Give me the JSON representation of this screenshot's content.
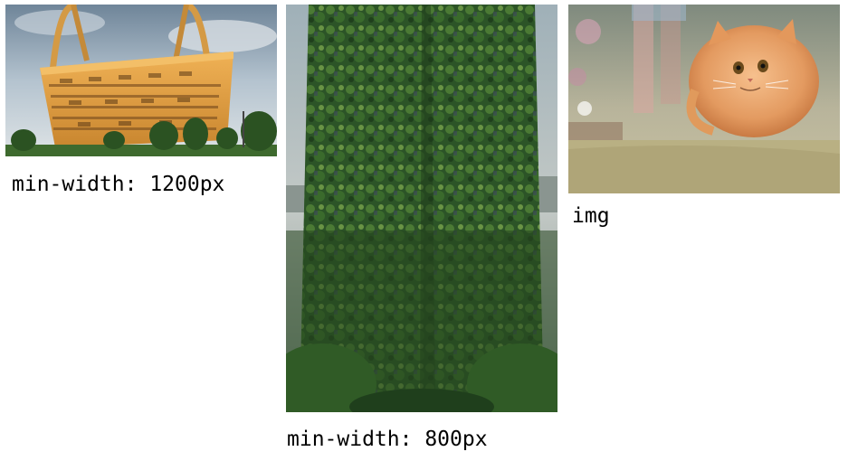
{
  "figures": [
    {
      "image": "basket-building-photo",
      "caption": "min-width: 1200px"
    },
    {
      "image": "vertical-forest-tower-photo",
      "caption": "min-width: 800px"
    },
    {
      "image": "flying-cat-photo",
      "caption": "img"
    }
  ],
  "colors": {
    "sky": "#a9bccb",
    "basket": "#e3a444",
    "foliage": "#2f5a2a",
    "cat": "#e9a56f",
    "grass": "#b7b08a"
  }
}
